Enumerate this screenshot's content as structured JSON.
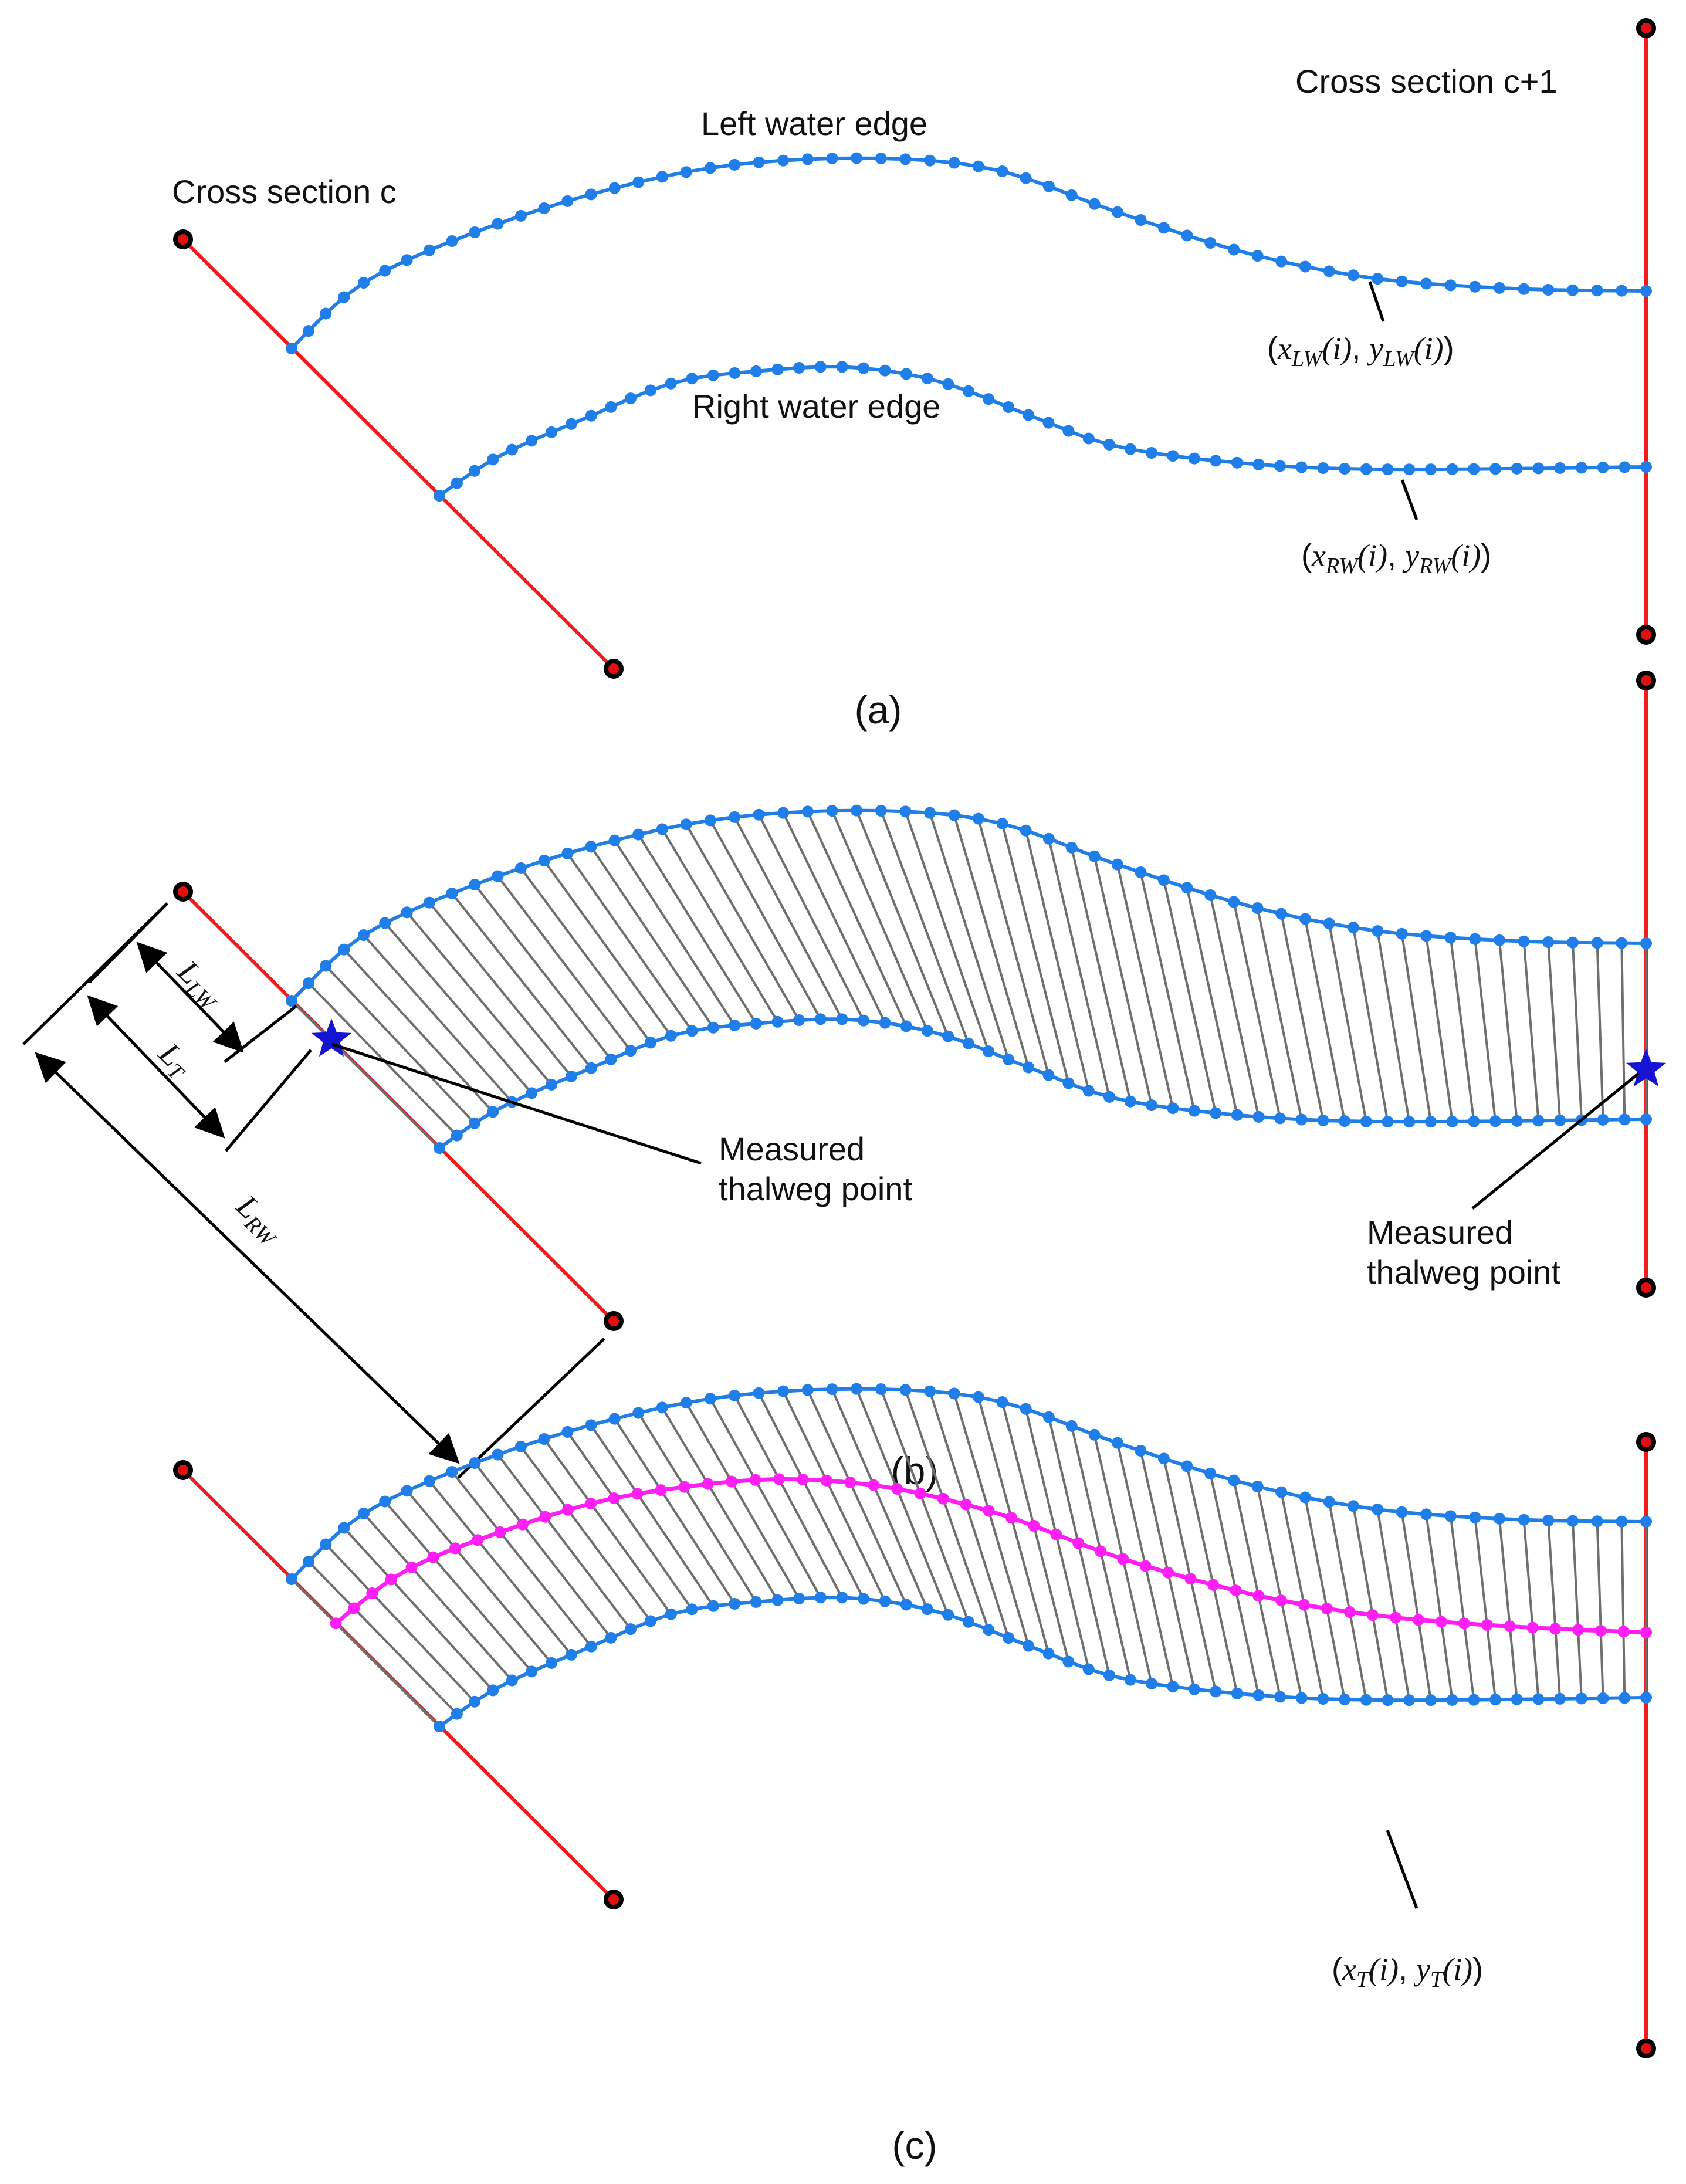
{
  "colors": {
    "section_line": "#ee1c1c",
    "water_edge": "#1f7ee8",
    "water_point": "#1f7ee8",
    "hatch": "#6f6f6f",
    "thalweg": "#ff1ff4",
    "star": "#1414d2",
    "endpoint_fill": "#e01010",
    "endpoint_ring": "#000000",
    "text": "#111111"
  },
  "icons": {
    "water_point": "blue-dot-icon",
    "section_endpoint": "red-black-dot-icon",
    "thalweg_marker": "star-icon"
  },
  "panels": [
    {
      "id": "a",
      "label": "(a)",
      "labels": {
        "cross_section_c": "Cross section c",
        "cross_section_c1": "Cross section c+1",
        "left_edge": "Left water edge",
        "right_edge": "Right water edge",
        "left_point_var": {
          "x": "x",
          "x_sub": "LW",
          "y": "y",
          "y_sub": "LW",
          "arg": "(i)"
        },
        "right_point_var": {
          "x": "x",
          "x_sub": "RW",
          "y": "y",
          "y_sub": "RW",
          "arg": "(i)"
        }
      }
    },
    {
      "id": "b",
      "label": "(b)",
      "labels": {
        "dim_llw": {
          "main": "L",
          "sub": "LW"
        },
        "dim_lt": {
          "main": "L",
          "sub": "T"
        },
        "dim_lrw": {
          "main": "L",
          "sub": "RW"
        },
        "thalweg_left": [
          "Measured",
          "thalweg point"
        ],
        "thalweg_right": [
          "Measured",
          "thalweg point"
        ]
      }
    },
    {
      "id": "c",
      "label": "(c)",
      "labels": {
        "thalweg_point_var": {
          "x": "x",
          "x_sub": "T",
          "y": "y",
          "y_sub": "T",
          "arg": "(i)"
        }
      }
    }
  ]
}
